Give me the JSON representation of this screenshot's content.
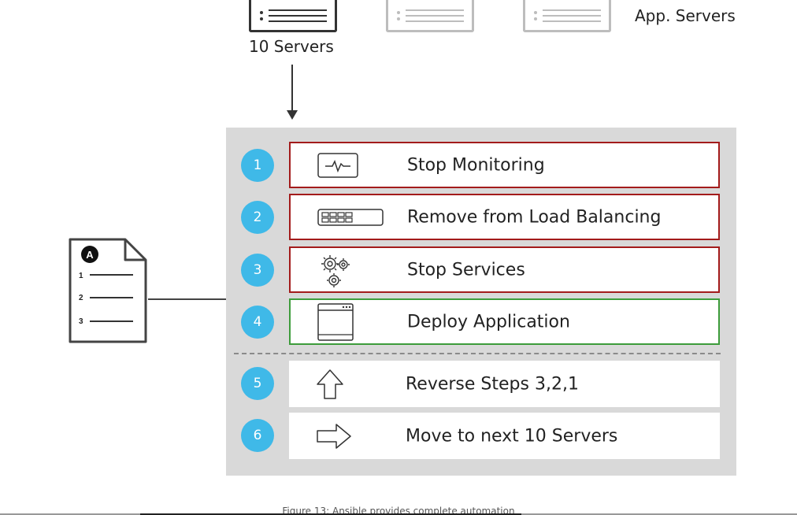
{
  "servers": {
    "group_label": "10 Servers",
    "app_label": "App. Servers"
  },
  "steps": [
    {
      "num": "1",
      "label": "Stop Monitoring",
      "icon": "monitor-pulse-icon",
      "state": "red"
    },
    {
      "num": "2",
      "label": "Remove from Load Balancing",
      "icon": "load-balancer-icon",
      "state": "red"
    },
    {
      "num": "3",
      "label": "Stop Services",
      "icon": "gears-icon",
      "state": "red"
    },
    {
      "num": "4",
      "label": "Deploy Application",
      "icon": "app-window-icon",
      "state": "green"
    },
    {
      "num": "5",
      "label": "Reverse Steps 3,2,1",
      "icon": "arrow-up-icon",
      "state": "plain"
    },
    {
      "num": "6",
      "label": "Move to next 10 Servers",
      "icon": "arrow-right-icon",
      "state": "plain"
    }
  ],
  "playbook": {
    "logo_letter": "A",
    "lines": [
      "1",
      "2",
      "3"
    ]
  },
  "caption": "Figure 13: Ansible provides complete automation",
  "colors": {
    "step_number_bg": "#3fb9e8",
    "red_border": "#a31b1b",
    "green_border": "#3d9c3b",
    "panel_bg": "#d9d9d9"
  }
}
